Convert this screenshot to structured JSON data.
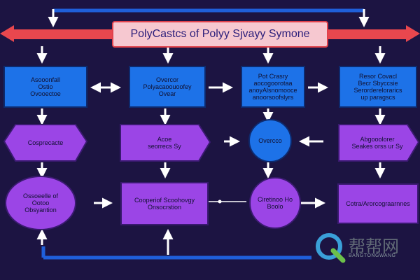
{
  "diagram": {
    "title": "PolyCastcs of Polyy Sjvayy Symone",
    "nodes": {
      "n_top1": "Asooonfall\nOstio\nOvooectoe",
      "n_top2": "Overcor\nPolyacaoouoofey\nOvear",
      "n_top3": "Pot Crasry\naocogoorotaa\nanoyAlsnomooce\nanoorsoofslyrs",
      "n_top4": "Resor Covacl\nBecr Sbyccsie\nSerorderelorarics\nup paragscs",
      "n_mid1": "Cosprecacte",
      "n_mid2": "Acoe\nseorrecs Sy",
      "n_mid3": "Overcco",
      "n_mid4": "Abgooolorer\nSeakes orss ur Sy",
      "n_bot1": "Ossoeelle of\nOotoo\nObsyantion",
      "n_bot2": "Cooperiof Scoohovgy\nOnsocrstion",
      "n_bot3": "Ciretinoo Ho\nBoolo",
      "n_bot4": "Cotra/Arorcograarnnes"
    }
  },
  "watermark": {
    "text": "帮帮网",
    "sub": "BANGTONGWANG"
  },
  "colors": {
    "background": "#1c1442",
    "blue": "#1d72e8",
    "purple": "#9b45e6",
    "red": "#e8474e",
    "arrow": "#ffffff",
    "line_blue": "#1f5fd9"
  }
}
